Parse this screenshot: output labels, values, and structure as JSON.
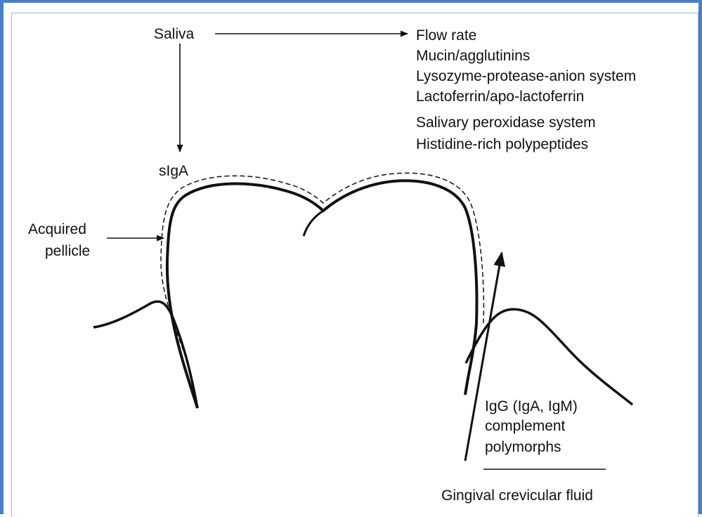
{
  "diagram": {
    "saliva_label": "Saliva",
    "saliva_factors": [
      "Flow rate",
      "Mucin/agglutinins",
      "Lysozyme-protease-anion system",
      "Lactoferrin/apo-lactoferrin",
      "Salivary peroxidase system",
      "Histidine-rich polypeptides"
    ],
    "siga_label": "sIgA",
    "pellicle_label_line1": "Acquired",
    "pellicle_label_line2": "pellicle",
    "gcf_factors": [
      "IgG (IgA, IgM)",
      "complement",
      "polymorphs"
    ],
    "gcf_label": "Gingival crevicular fluid"
  },
  "colors": {
    "frame": "#4a7fc8",
    "ink": "#111111"
  }
}
